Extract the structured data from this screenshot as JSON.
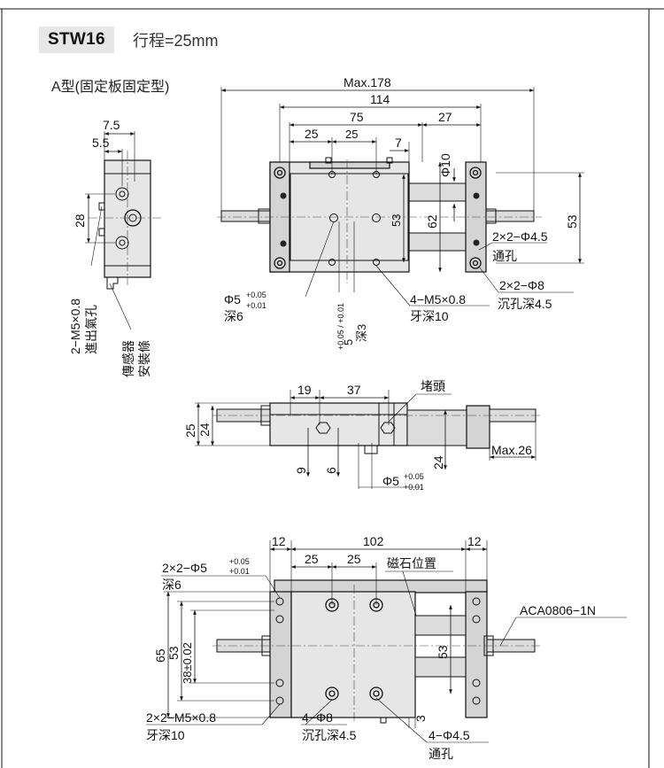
{
  "header": {
    "model": "STW16",
    "stroke": "行程=25mm"
  },
  "view_a_title": "A型(固定板固定型)",
  "side": {
    "d_75": "7.5",
    "d_55": "5.5",
    "d_28": "28",
    "port_label": "2−M5×0.8",
    "port_sub": "進出氣孔",
    "sensor_label": "傳感器",
    "sensor_sub": "安裝條"
  },
  "top": {
    "max": "Max.178",
    "d114": "114",
    "d75": "75",
    "d27": "27",
    "d25a": "25",
    "d25b": "25",
    "d7": "7",
    "d10": "Φ10",
    "d53": "53",
    "d62": "62",
    "d53r": "53",
    "hole_a": "2×2−Φ4.5",
    "hole_a2": "通孔",
    "hole_b": "2×2−Φ8",
    "hole_b2": "沉孔深4.5",
    "pin_d": "Φ5",
    "pin_tol_up": "+0.05",
    "pin_tol_dn": "+0.01",
    "pin_depth": "深6",
    "pin2_t1": "5",
    "pin2_tol": "+0.05 / +0.01",
    "pin2_depth": "深3",
    "tap": "4−M5×0.8",
    "tap2": "牙深10"
  },
  "front": {
    "d19": "19",
    "d37": "37",
    "plug": "堵頭",
    "d25": "25",
    "d24": "24",
    "d9": "9",
    "d6": "6",
    "d24b": "24",
    "max26": "Max.26",
    "pin_d": "Φ5",
    "pin_tol_up": "+0.05",
    "pin_tol_dn": "+0.01"
  },
  "bottom": {
    "d12a": "12",
    "d102": "102",
    "d12b": "12",
    "d25a": "25",
    "d25b": "25",
    "magnet": "磁石位置",
    "pin_t": "2×2−Φ5",
    "pin_tol_up": "+0.05",
    "pin_tol_dn": "+0.01",
    "pin_depth": "深6",
    "d65": "65",
    "d53": "53",
    "d38": "38±0.02",
    "d53r": "53",
    "aca": "ACA0806−1N",
    "tap": "2×2−M5×0.8",
    "tap2": "牙深10",
    "cb": "4−Φ8",
    "cb2": "沉孔深4.5",
    "d3": "3",
    "th": "4−Φ4.5",
    "th2": "通孔"
  }
}
